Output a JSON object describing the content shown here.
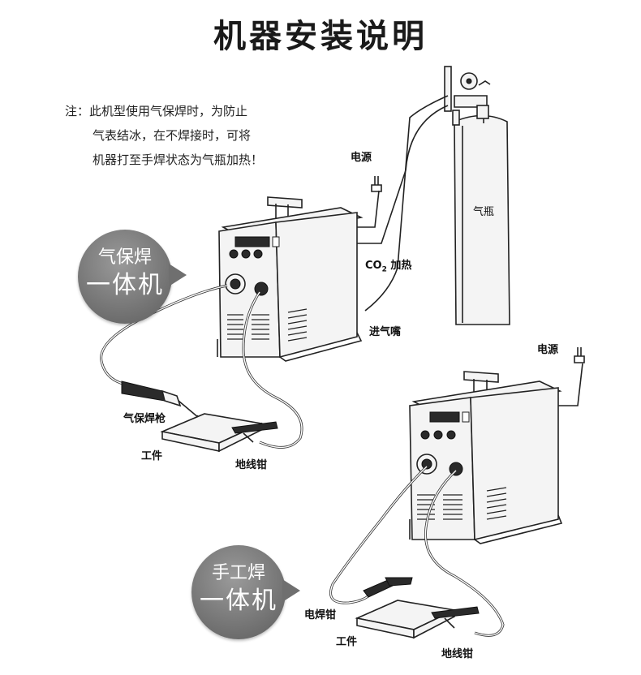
{
  "title": "机器安装说明",
  "note": {
    "line1": "注：此机型使用气保焊时，为防止",
    "line2": "气表结冰，在不焊接时，可将",
    "line3": "机器打至手焊状态为气瓶加热！"
  },
  "labels": {
    "power_top": "电源",
    "gas_cylinder": "气瓶",
    "co2_prefix": "CO",
    "co2_sub": "2",
    "co2_suffix": " 加热",
    "gas_inlet": "进气嘴",
    "mig_torch": "气保焊枪",
    "workpiece_top": "工件",
    "ground_clamp_top": "地线钳",
    "power_bottom": "电源",
    "electrode_holder": "电焊钳",
    "workpiece_bottom": "工件",
    "ground_clamp_bottom": "地线钳"
  },
  "bubbles": {
    "mig": {
      "line1": "气保焊",
      "line2": "一体机"
    },
    "mma": {
      "line1": "手工焊",
      "line2": "一体机"
    }
  },
  "colors": {
    "bubble": "#6f6f6f",
    "ink": "#222222"
  }
}
